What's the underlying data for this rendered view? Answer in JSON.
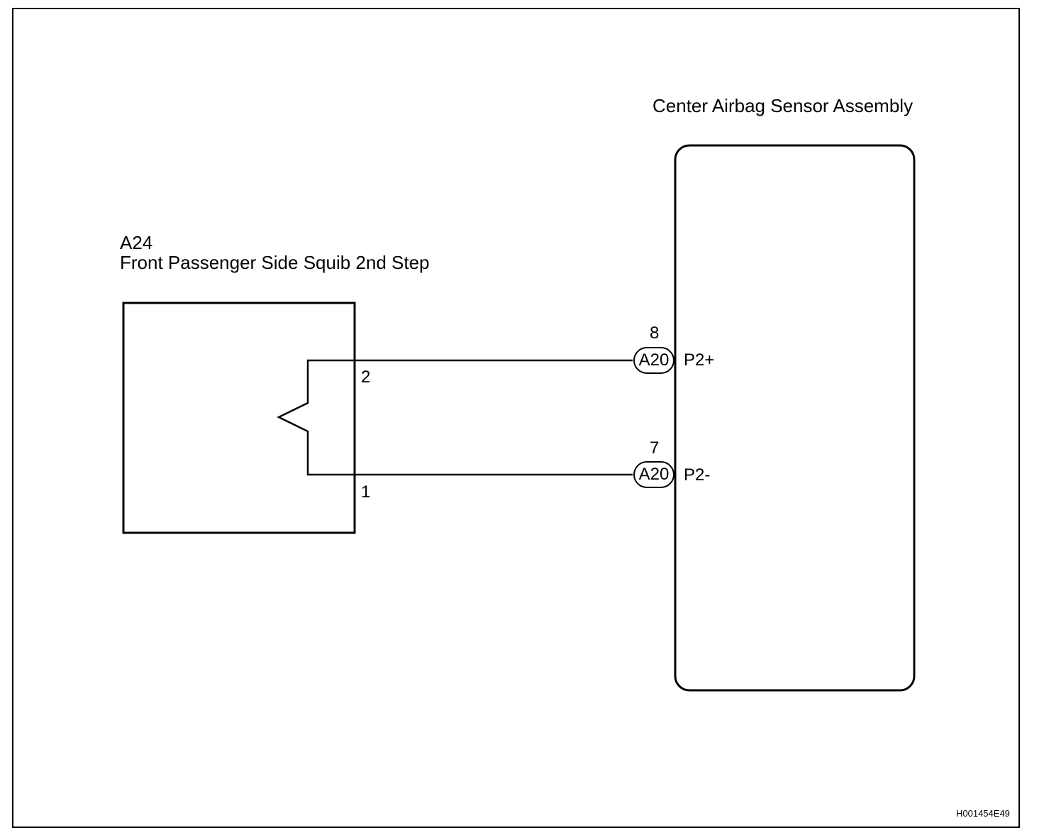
{
  "squib": {
    "code": "A24",
    "name": "Front Passenger Side Squib 2nd Step",
    "pins": [
      "2",
      "1"
    ]
  },
  "sensor": {
    "name": "Center Airbag Sensor Assembly",
    "connections": [
      {
        "pin": "8",
        "connector": "A20",
        "terminal": "P2+"
      },
      {
        "pin": "7",
        "connector": "A20",
        "terminal": "P2-"
      }
    ]
  },
  "figure_code": "H001454E49"
}
